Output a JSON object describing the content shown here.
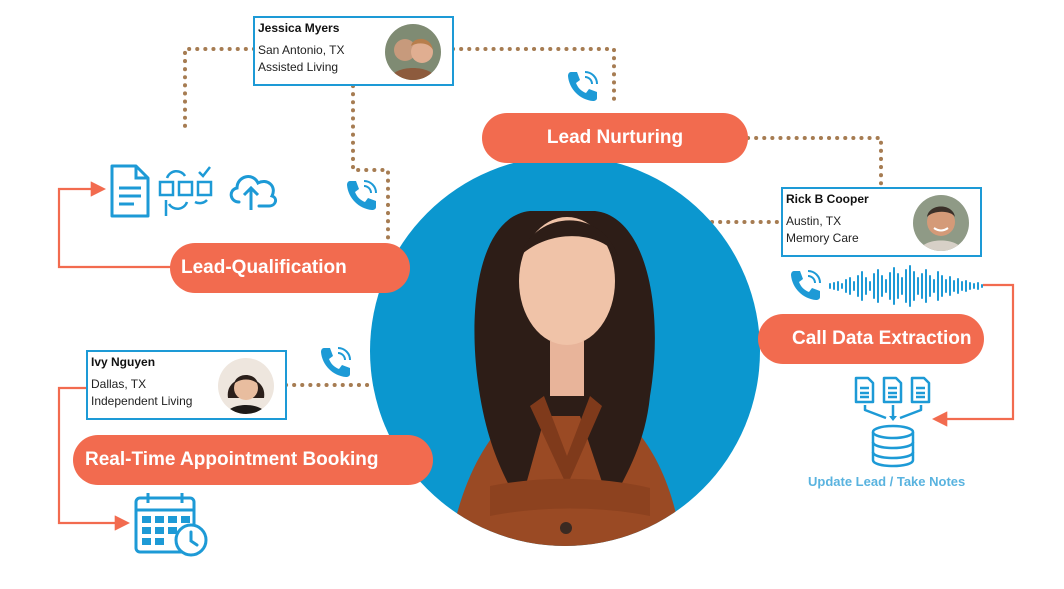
{
  "stages": {
    "lead_nurturing": "Lead Nurturing",
    "lead_qualification": "Lead-Qualification",
    "call_data_extraction": "Call Data Extraction",
    "appointment_booking": "Real-Time Appointment Booking"
  },
  "contacts": {
    "jessica": {
      "name": "Jessica Myers",
      "location": "San Antonio, TX",
      "care": "Assisted Living"
    },
    "rick": {
      "name": "Rick B Cooper",
      "location": "Austin, TX",
      "care": "Memory Care"
    },
    "ivy": {
      "name": "Ivy Nguyen",
      "location": "Dallas, TX",
      "care": "Independent Living"
    }
  },
  "update_note": "Update Lead / Take Notes",
  "icons": [
    "phone-call-icon",
    "document-icon",
    "workflow-icon",
    "cloud-upload-icon",
    "audio-waveform-icon",
    "database-icon",
    "calendar-clock-icon",
    "person-photo"
  ],
  "colors": {
    "accent": "#f26b4f",
    "blue": "#1d9ad6",
    "light_blue": "#59b3df",
    "dots": "#a67c52",
    "portrait_bg": "#0b97cf"
  }
}
